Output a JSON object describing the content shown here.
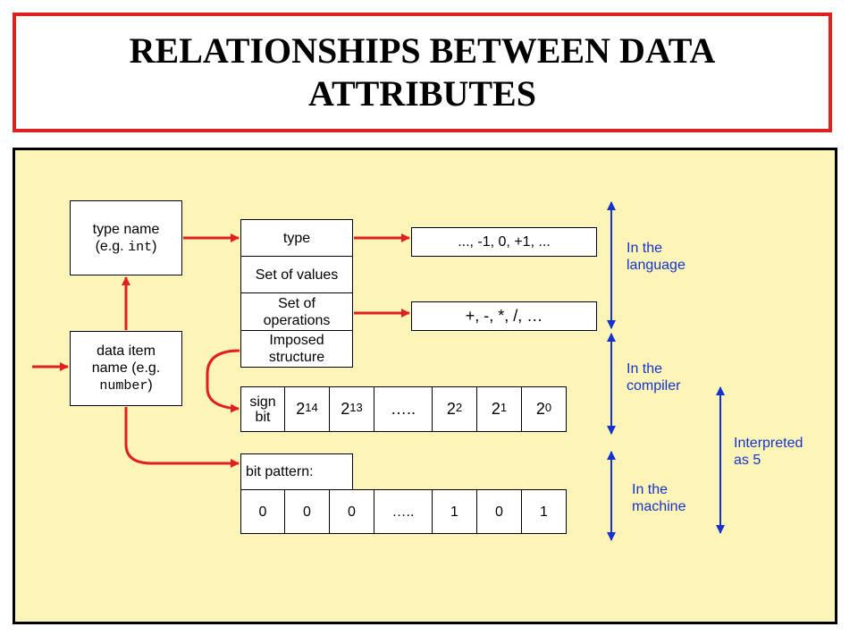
{
  "title": "RELATIONSHIPS BETWEEN DATA ATTRIBUTES",
  "type_name": {
    "line1": "type name",
    "prefix": "(e.g. ",
    "code": "int",
    "suffix": ")"
  },
  "data_item": {
    "line1": "data item",
    "line2": "name (e.g.",
    "code": "number",
    "suffix": ")"
  },
  "attributes": {
    "type": "type",
    "set_of_values": "Set of values",
    "set_of_operations_1": "Set of",
    "set_of_operations_2": "operations",
    "imposed_structure_1": "Imposed",
    "imposed_structure_2": "structure"
  },
  "values_example": "..., -1, 0, +1, ...",
  "operations_example": "+, -, *, /, …",
  "structure_row": {
    "sign_1": "sign",
    "sign_2": "bit",
    "cells": [
      {
        "base": "2",
        "exp": "14"
      },
      {
        "base": "2",
        "exp": "13"
      },
      {
        "base": "…..",
        "exp": ""
      },
      {
        "base": "2",
        "exp": "2"
      },
      {
        "base": "2",
        "exp": "1"
      },
      {
        "base": "2",
        "exp": "0"
      }
    ]
  },
  "bit_pattern_label": "bit pattern:",
  "bit_cells": [
    "0",
    "0",
    "0",
    "…..",
    "1",
    "0",
    "1"
  ],
  "levels": {
    "language_1": "In the",
    "language_2": "language",
    "compiler_1": "In the",
    "compiler_2": "compiler",
    "machine_1": "In the",
    "machine_2": "machine",
    "interpreted_1": "Interpreted",
    "interpreted_2": "as 5"
  },
  "colors": {
    "arrow_red": "#e0201e",
    "level_blue": "#1533cc",
    "panel_bg": "#fdf5b8",
    "title_border": "#e0201e"
  }
}
